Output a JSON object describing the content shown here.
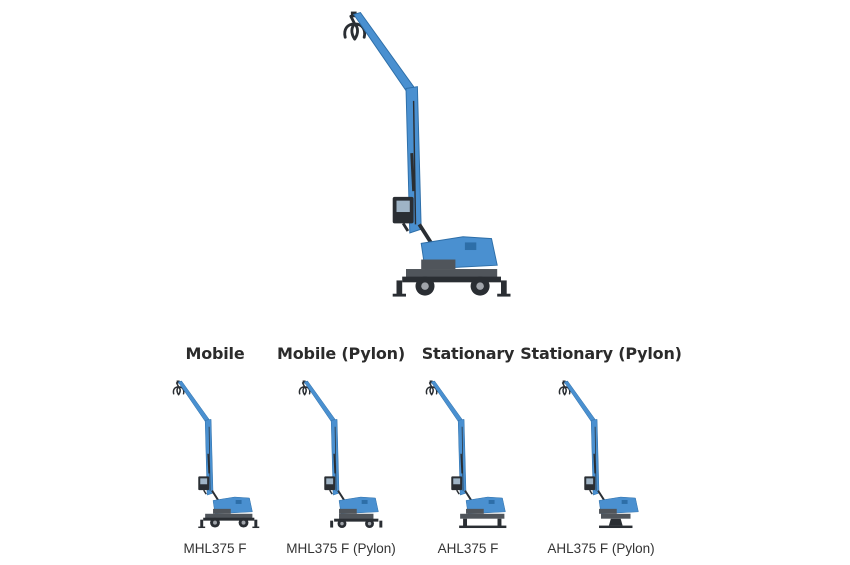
{
  "colors": {
    "machine_blue": "#4a90d0",
    "machine_dark": "#2a2e33",
    "undercarriage": "#50555b"
  },
  "hero": {
    "icon": "material-handler-icon"
  },
  "variants": [
    {
      "title": "Mobile",
      "model": "MHL375 F",
      "icon": "mobile-handler-icon"
    },
    {
      "title": "Mobile (Pylon)",
      "model": "MHL375 F (Pylon)",
      "icon": "mobile-pylon-handler-icon"
    },
    {
      "title": "Stationary",
      "model": "AHL375 F",
      "icon": "stationary-handler-icon"
    },
    {
      "title": "Stationary (Pylon)",
      "model": "AHL375 F (Pylon)",
      "icon": "stationary-pylon-handler-icon"
    }
  ]
}
